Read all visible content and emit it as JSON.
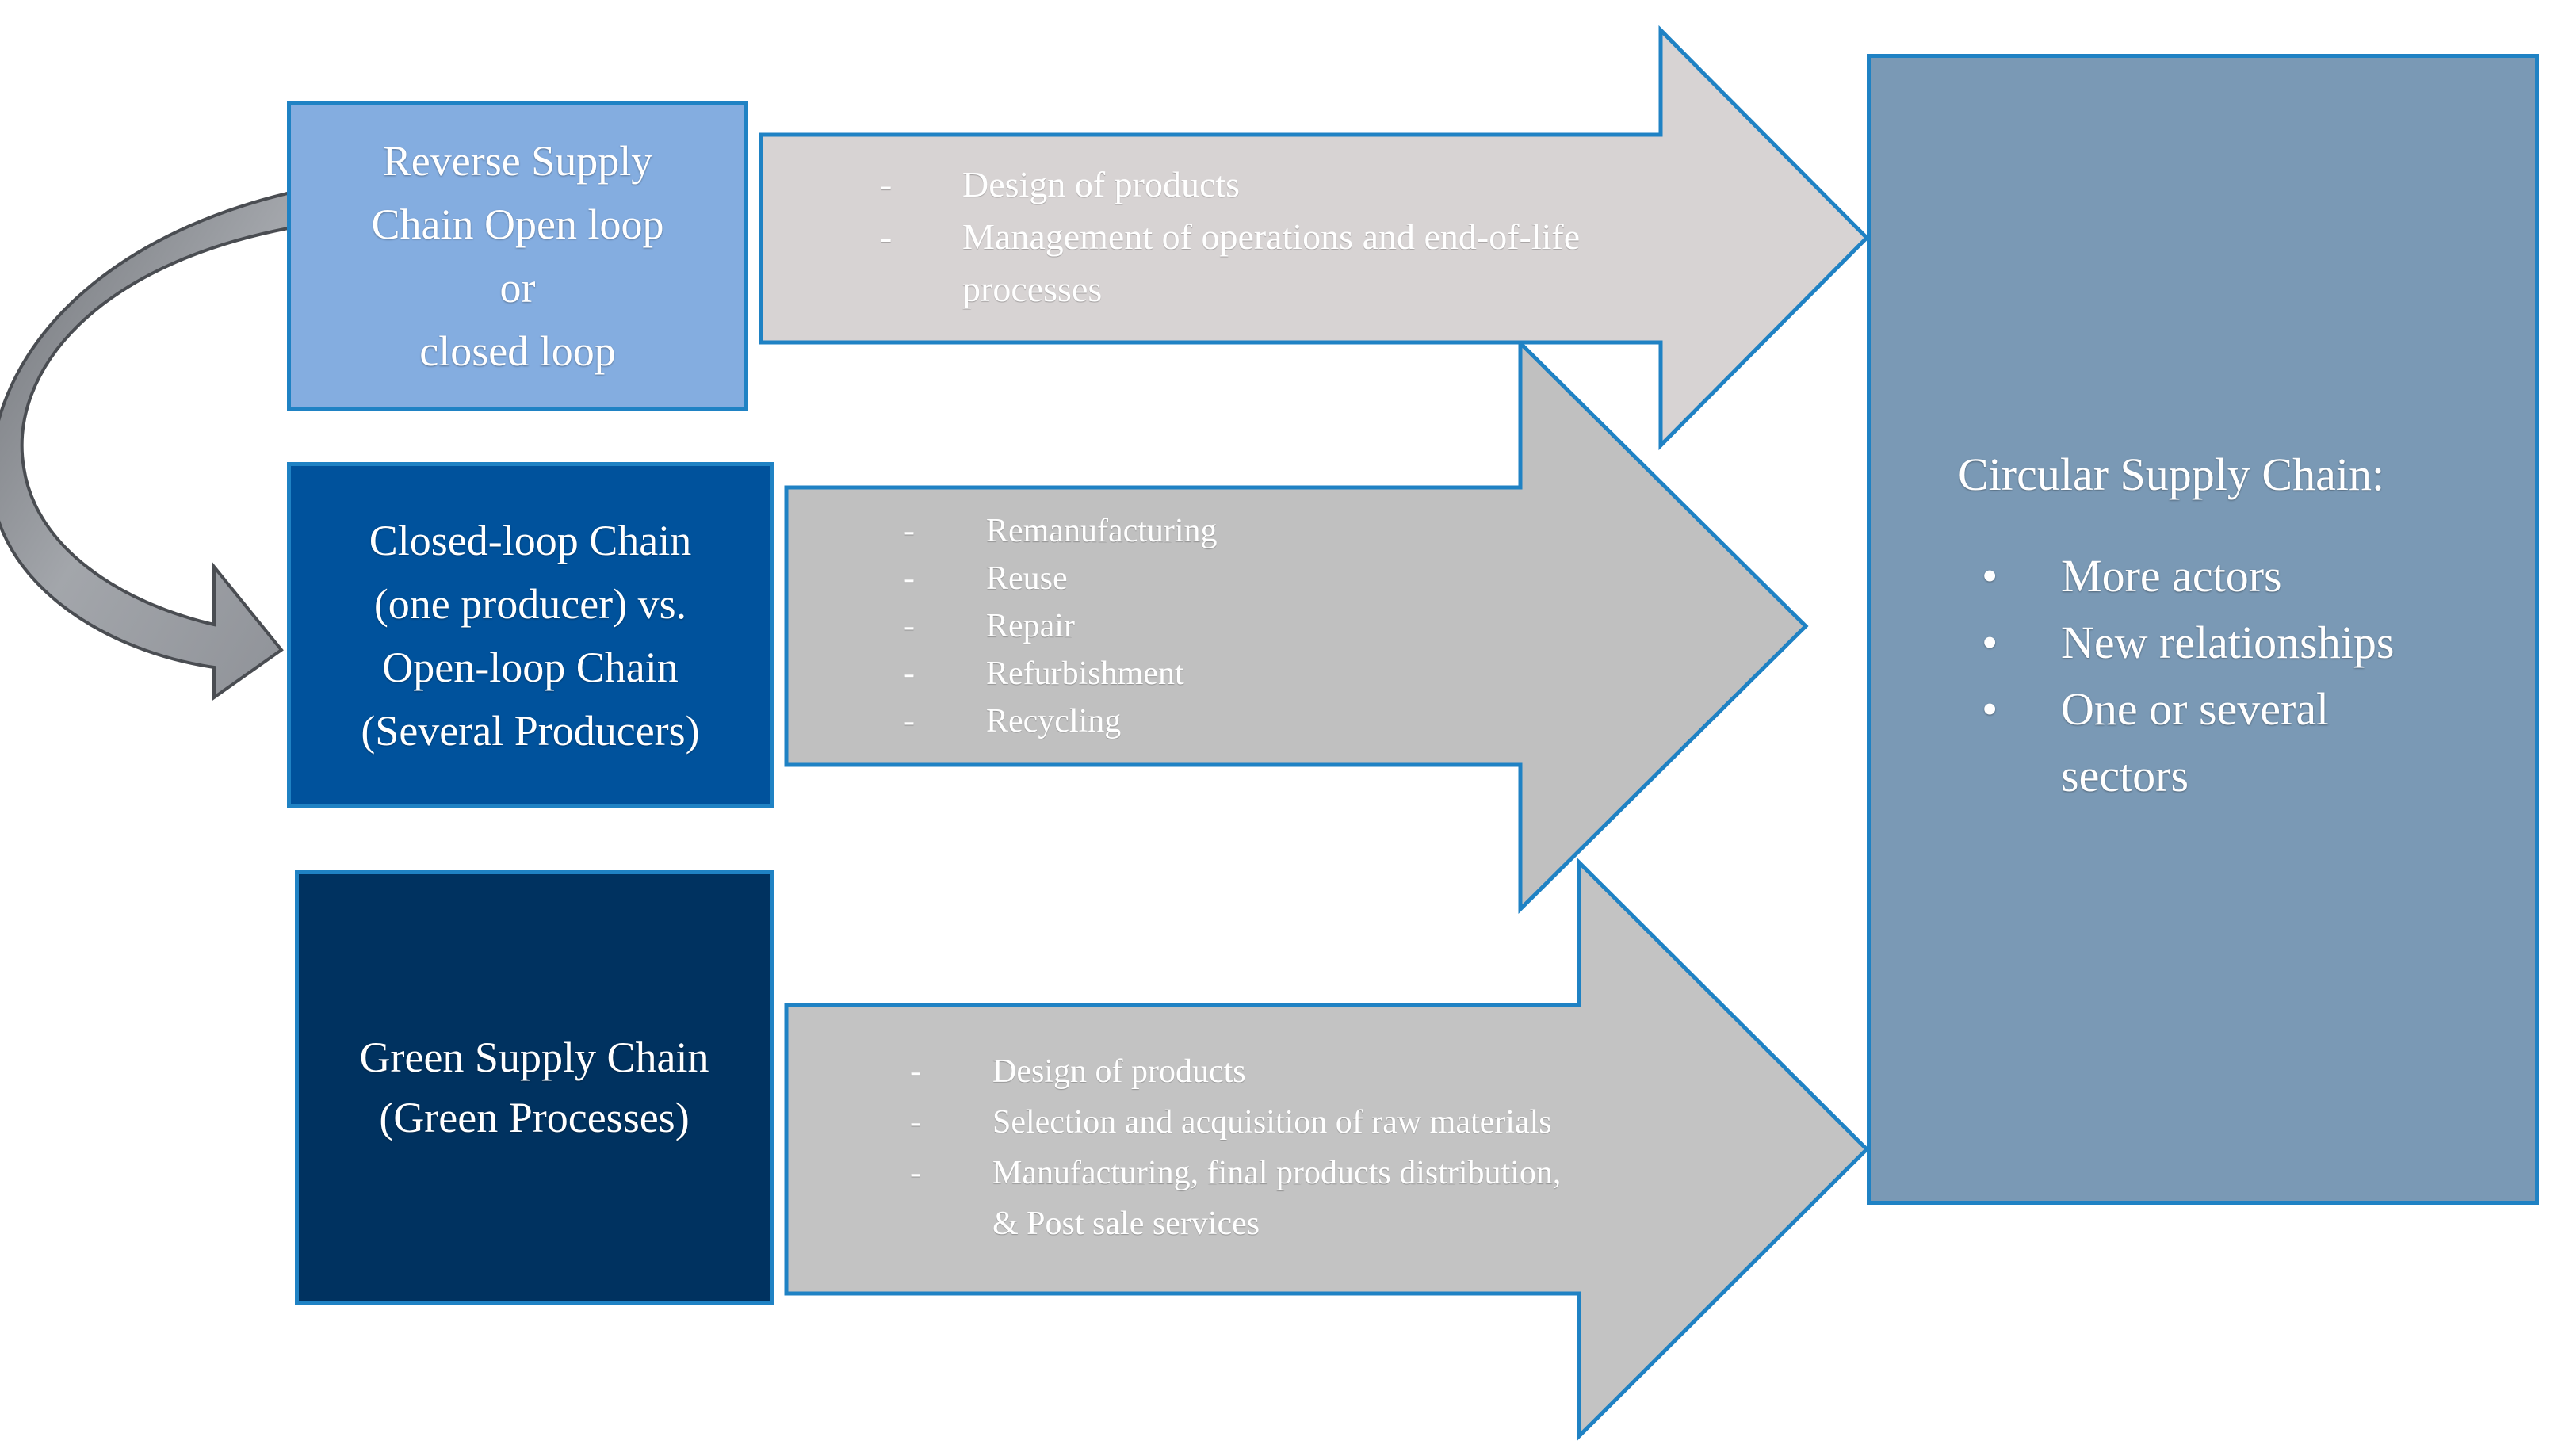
{
  "colors": {
    "reverse_box": "#84ADE0",
    "closed_box": "#00529C",
    "green_box": "#003260",
    "circular_box": "#7A99B5",
    "arrow_top": "#D7D3D3",
    "arrow_mid": "#C0C0C0",
    "arrow_bottom": "#C3C3C3",
    "outline": "#1F82C4",
    "curved_arrow": "#8E9197"
  },
  "boxes": {
    "reverse": {
      "lines": [
        "Reverse Supply",
        "Chain Open loop",
        "or",
        "closed loop"
      ]
    },
    "closed": {
      "lines": [
        "Closed-loop Chain",
        "(one producer) vs.",
        "Open-loop Chain",
        "(Several Producers)"
      ]
    },
    "green": {
      "lines": [
        "Green Supply Chain",
        "(Green Processes)"
      ]
    },
    "circular": {
      "title": "Circular Supply Chain:",
      "items": [
        "More actors",
        "New relationships",
        "One or several",
        "sectors"
      ]
    }
  },
  "arrows": {
    "top": {
      "items": [
        "Design of products",
        "Management of operations and end-of-life",
        "processes"
      ]
    },
    "middle": {
      "items": [
        "Remanufacturing",
        "Reuse",
        "Repair",
        "Refurbishment",
        "Recycling"
      ]
    },
    "bottom": {
      "items": [
        "Design of products",
        "Selection and acquisition of raw materials",
        "Manufacturing, final products distribution,",
        "& Post sale services"
      ]
    }
  }
}
